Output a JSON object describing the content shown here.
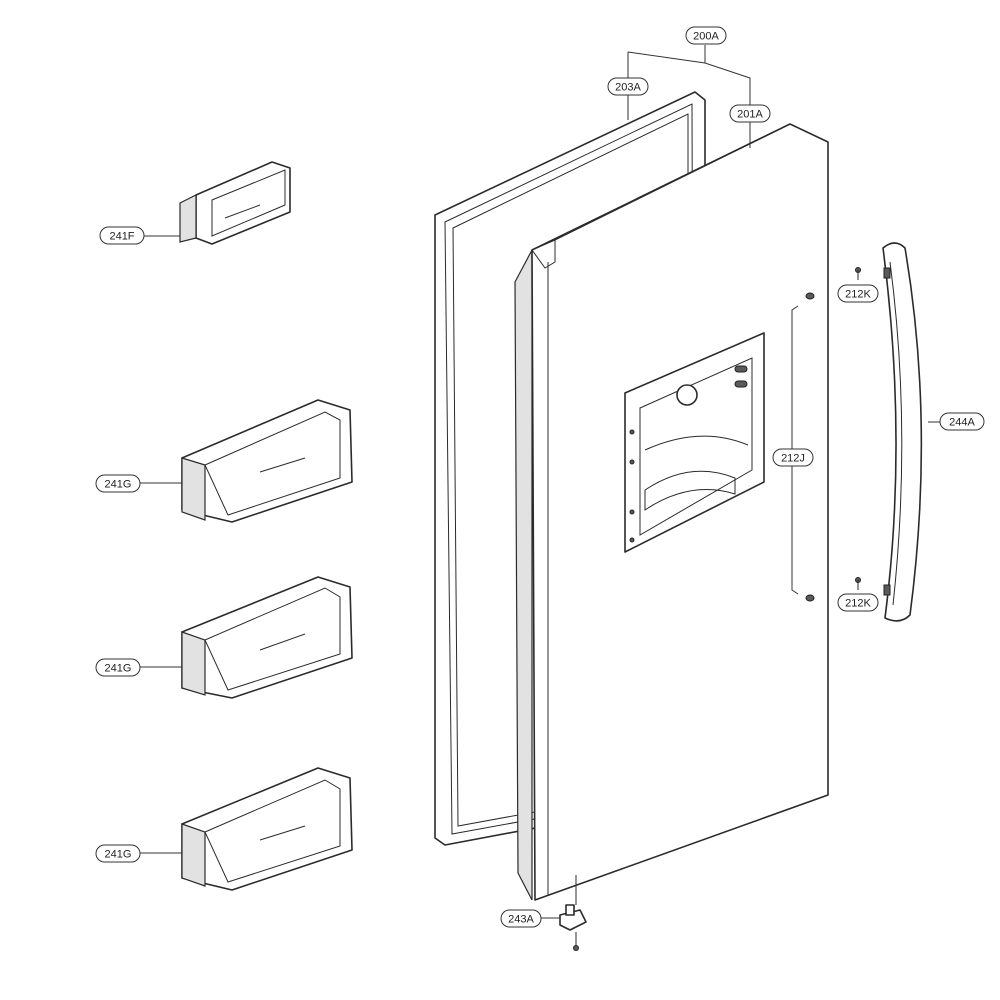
{
  "callouts": {
    "door_assembly": "200A",
    "gasket": "203A",
    "door_foam": "201A",
    "bin_small": "241F",
    "bin_upper": "241G",
    "bin_middle": "241G",
    "bin_lower": "241G",
    "screw_top": "212K",
    "screw_bottom": "212K",
    "handle_screws": "212J",
    "handle": "244A",
    "hinge": "243A"
  },
  "colors": {
    "line": "#2b2b2b",
    "background": "#ffffff",
    "shade": "#e2e2e2"
  }
}
